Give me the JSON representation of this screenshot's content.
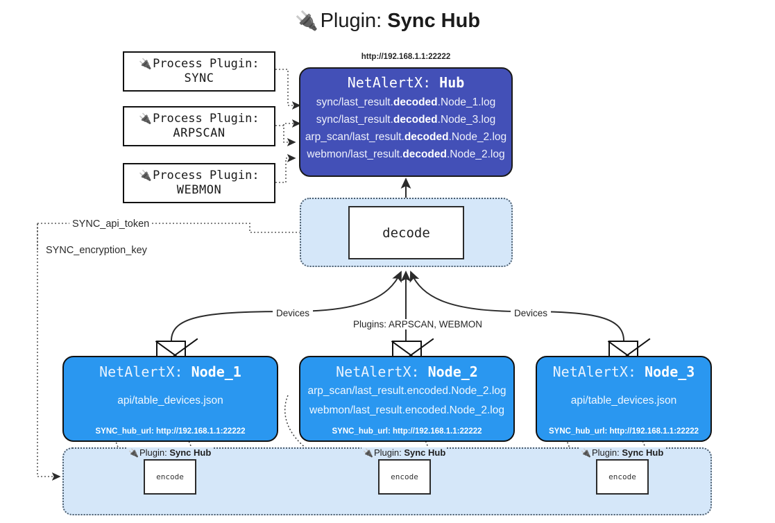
{
  "title": {
    "icon": "plug-icon",
    "lead": "Plugin: ",
    "strong": "Sync Hub"
  },
  "process_plugins": [
    {
      "icon": "plug-icon",
      "line1": "Process Plugin:",
      "line2": "SYNC"
    },
    {
      "icon": "plug-icon",
      "line1": "Process Plugin:",
      "line2": "ARPSCAN"
    },
    {
      "icon": "plug-icon",
      "line1": "Process Plugin:",
      "line2": "WEBMON"
    }
  ],
  "hub": {
    "url": "http://192.168.1.1:22222",
    "title_prefix": "NetAlertX: ",
    "title_name": "Hub",
    "fill_color": "#4350b7",
    "loglines": [
      {
        "pre": "sync/last_result.",
        "strong": "decoded",
        "post": ".Node_1.log"
      },
      {
        "pre": "sync/last_result.",
        "strong": "decoded",
        "post": ".Node_3.log"
      },
      {
        "pre": "arp_scan/last_result.",
        "strong": "decoded",
        "post": ".Node_2.log"
      },
      {
        "pre": "webmon/last_result.",
        "strong": "decoded",
        "post": ".Node_2.log"
      }
    ]
  },
  "decode": {
    "box_label": "decode",
    "container_color": "#d5e7f9"
  },
  "keys": {
    "api_token": "SYNC_api_token",
    "encryption_key": "SYNC_encryption_key"
  },
  "edge_labels": {
    "devices_left": "Devices",
    "devices_right": "Devices",
    "plugins": "Plugins: ARPSCAN, WEBMON"
  },
  "nodes": [
    {
      "title_prefix": "NetAlertX: ",
      "title_name": "Node_1",
      "fill_color": "#2a97f0",
      "lines": [
        "api/table_devices.json"
      ],
      "hub_url": "SYNC_hub_url: http://192.168.1.1:22222",
      "envelope_icon": "envelope-icon"
    },
    {
      "title_prefix": "NetAlertX: ",
      "title_name": "Node_2",
      "fill_color": "#2a97f0",
      "lines": [
        "arp_scan/last_result.encoded.Node_2.log",
        "webmon/last_result.encoded.Node_2.log"
      ],
      "hub_url": "SYNC_hub_url: http://192.168.1.1:22222",
      "envelope_icon": "envelope-icon"
    },
    {
      "title_prefix": "NetAlertX: ",
      "title_name": "Node_3",
      "fill_color": "#2a97f0",
      "lines": [
        "api/table_devices.json"
      ],
      "hub_url": "SYNC_hub_url: http://192.168.1.1:22222",
      "envelope_icon": "envelope-icon"
    }
  ],
  "encode_section": {
    "container_color": "#d5e7f9",
    "plugin_label_lead": "Plugin: ",
    "plugin_label_strong": "Sync Hub",
    "boxes": [
      "encode",
      "encode",
      "encode"
    ]
  }
}
